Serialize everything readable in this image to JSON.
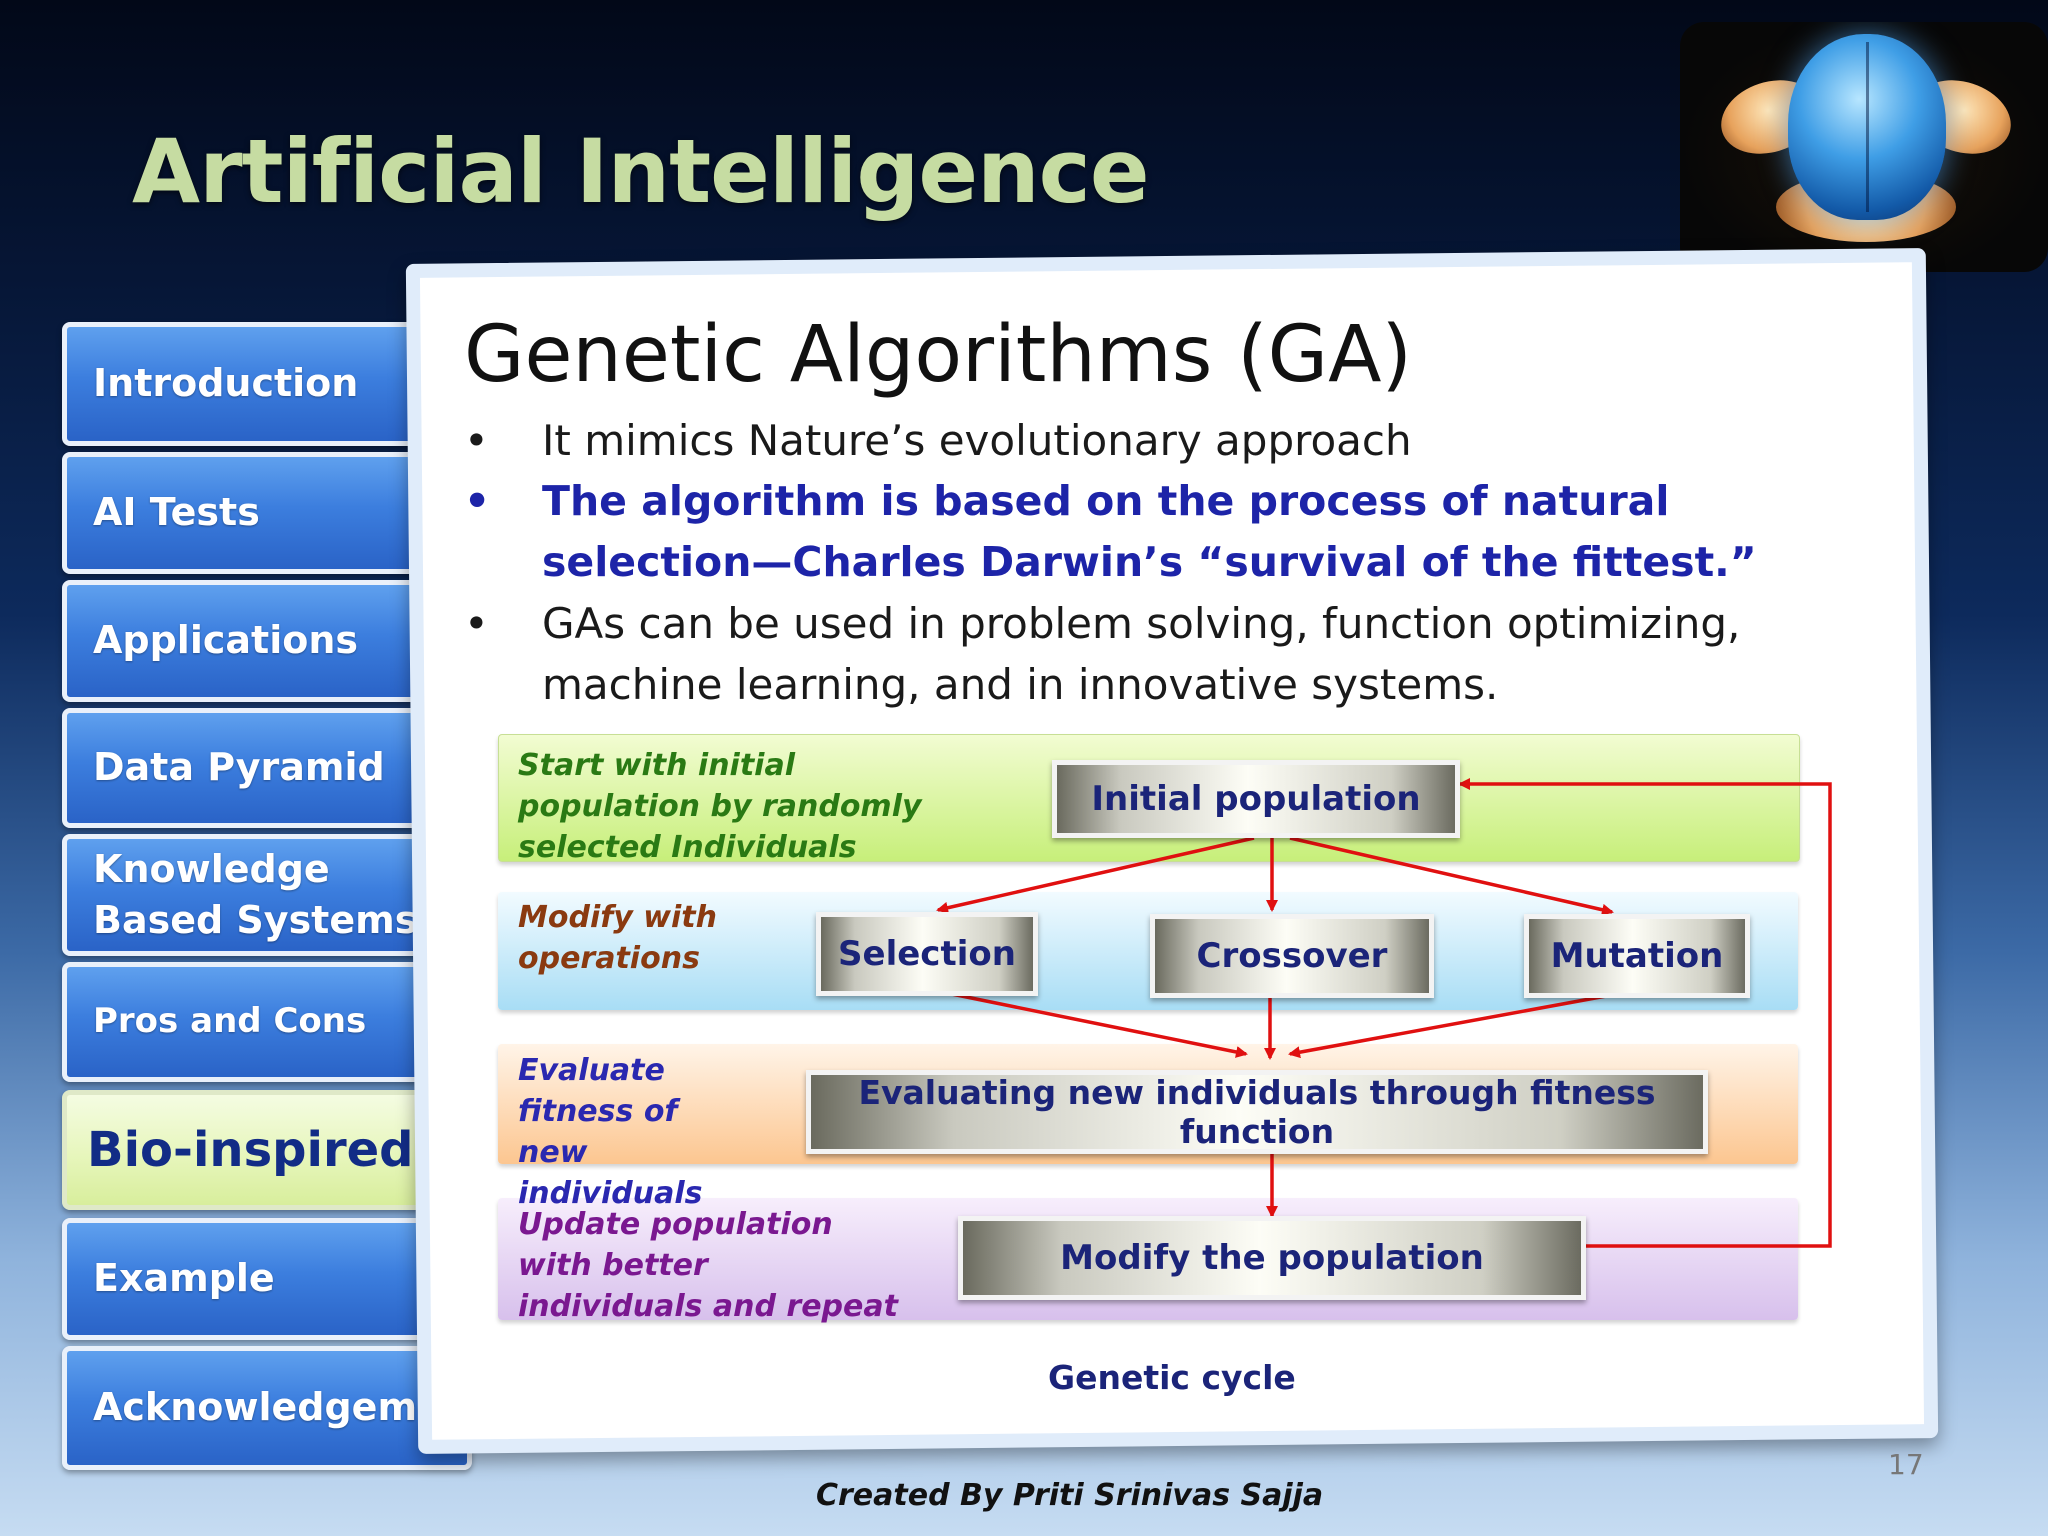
{
  "slide": {
    "title": "Artificial Intelligence",
    "page_number": "17",
    "footer_credit": "Created By Priti Srinivas Sajja"
  },
  "nav": {
    "items": [
      {
        "label": "Introduction",
        "active": false
      },
      {
        "label": "AI Tests",
        "active": false
      },
      {
        "label": "Applications",
        "active": false
      },
      {
        "label": "Data Pyramid",
        "active": false
      },
      {
        "label": "Knowledge Based Systems",
        "active": false
      },
      {
        "label": "Pros and Cons",
        "active": false
      },
      {
        "label": "Bio-inspired",
        "active": true
      },
      {
        "label": "Example",
        "active": false
      },
      {
        "label": "Acknowledgement",
        "active": false
      }
    ]
  },
  "content": {
    "heading": "Genetic Algorithms (GA)",
    "bullet_symbol": "•",
    "bullets": [
      "It mimics Nature’s evolutionary approach",
      "The algorithm is based on the process of natural selection—Charles Darwin’s “survival of the fittest.”",
      "GAs can be used in problem solving, function optimizing, machine learning, and in innovative systems."
    ]
  },
  "diagram": {
    "stages": [
      {
        "label": "Start with initial population by randomly selected Individuals",
        "boxes": [
          "Initial population"
        ]
      },
      {
        "label": "Modify with operations",
        "boxes": [
          "Selection",
          "Crossover",
          "Mutation"
        ]
      },
      {
        "label": "Evaluate fitness of new individuals",
        "boxes": [
          "Evaluating new individuals through fitness function"
        ]
      },
      {
        "label": "Update population with better individuals and repeat",
        "boxes": [
          "Modify the population"
        ]
      }
    ],
    "caption": "Genetic cycle",
    "arrow_color": "#e01010"
  }
}
